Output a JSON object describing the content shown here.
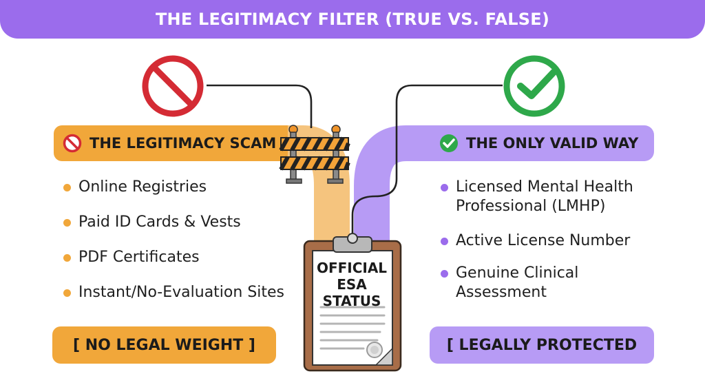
{
  "header": {
    "title": "THE LEGITIMACY FILTER (TRUE VS. FALSE)"
  },
  "left": {
    "heading": "THE LEGITIMACY SCAM",
    "items": [
      "Online Registries",
      "Paid ID Cards & Vests",
      "PDF Certificates",
      "Instant/No-Evaluation Sites"
    ],
    "verdict": "[ NO LEGAL WEIGHT ]",
    "color": "#f1a73a",
    "icon": "prohibited-icon"
  },
  "right": {
    "heading": "THE ONLY VALID WAY",
    "items": [
      "Licensed Mental Health Professional (LMHP)",
      "Active License Number",
      "Genuine Clinical Assessment"
    ],
    "verdict": "[ LEGALLY PROTECTED",
    "color": "#9b6cec",
    "icon": "check-icon"
  },
  "center": {
    "document_line1": "OFFICIAL",
    "document_line2": "ESA STATUS",
    "icon": "clipboard-icon",
    "barrier_icon": "road-barrier-icon"
  },
  "colors": {
    "title_bg": "#9b6cec",
    "red": "#d42b34",
    "green": "#2ea84a"
  }
}
